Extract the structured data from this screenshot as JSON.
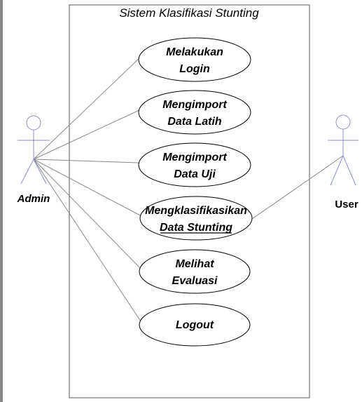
{
  "system": {
    "title": "Sistem Klasifikasi Stunting"
  },
  "actors": {
    "admin": {
      "label": "Admin"
    },
    "user": {
      "label": "User"
    }
  },
  "use_cases": [
    {
      "line1": "Melakukan",
      "line2": "Login",
      "underline": false
    },
    {
      "line1": "Mengimport",
      "line2": "Data Latih",
      "underline": false
    },
    {
      "line1": "Mengimport",
      "line2": "Data Uji",
      "underline": false
    },
    {
      "line1": "Mengklasifikasikan",
      "line2": "Data Stunting",
      "underline": true
    },
    {
      "line1": "Melihat",
      "line2": "Evaluasi",
      "underline": false
    },
    {
      "line1": "Logout",
      "line2": "",
      "underline": false
    }
  ],
  "colors": {
    "actor_stroke": "#8b8fd6",
    "line": "#8a8a8a",
    "boundary": "#555555"
  }
}
